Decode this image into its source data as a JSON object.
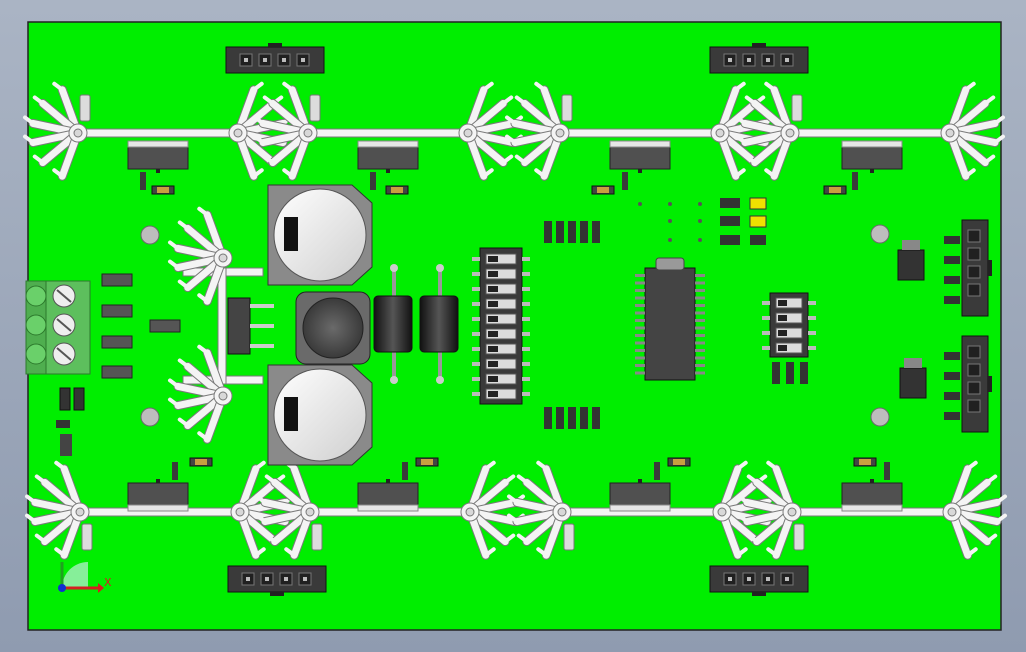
{
  "viewport": {
    "background_top": "#aab4c4",
    "background_bottom": "#8f9bb0"
  },
  "board": {
    "color": "#00ee00",
    "edge_color": "#222222",
    "component_count": {
      "heatsinks": 9,
      "mosfets": 8,
      "connectors_4pin": 4,
      "side_connectors": 2,
      "screw_terminal_positions": 3,
      "electrolytic_capacitors": 2,
      "inductors": 1,
      "axial_diodes": 2,
      "dip_switch_large_positions": 10,
      "dip_switch_small_positions": 4,
      "microcontroller": 1,
      "status_leds": 2
    }
  },
  "colors": {
    "heatsink": "#f4f4f4",
    "heatsink_edge": "#7a7a7a",
    "connector": "#3a3a3a",
    "terminal_block": "#5dbf5d",
    "capacitor_body": "#e8e8e8",
    "capacitor_base": "#8a8a8a",
    "inductor": "#555555",
    "ic": "#444444",
    "led": "#f0e000",
    "smd": "#333333"
  },
  "axis": {
    "x_label": "X",
    "x_color": "#d42020",
    "y_color": "#20a020",
    "z_color": "#1030d0"
  }
}
